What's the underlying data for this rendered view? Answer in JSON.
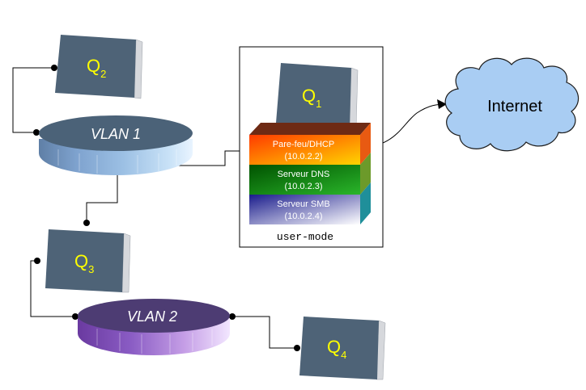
{
  "machines": {
    "q1": {
      "letter": "Q",
      "index": "1"
    },
    "q2": {
      "letter": "Q",
      "index": "2"
    },
    "q3": {
      "letter": "Q",
      "index": "3"
    },
    "q4": {
      "letter": "Q",
      "index": "4"
    }
  },
  "vlans": {
    "vlan1": {
      "label": "VLAN 1"
    },
    "vlan2": {
      "label": "VLAN 2"
    }
  },
  "services": [
    {
      "name": "Pare-feu/DHCP",
      "ip": "(10.0.2.2)"
    },
    {
      "name": "Serveur DNS",
      "ip": "(10.0.2.3)"
    },
    {
      "name": "Serveur SMB",
      "ip": "(10.0.2.4)"
    }
  ],
  "usermode_box": {
    "label": "user-mode"
  },
  "internet": {
    "label": "Internet"
  },
  "colors": {
    "machine_face": "#4e6377",
    "machine_side": "#d6d8dc",
    "label_yellow": "#ffff00",
    "vlan1_top": "#4b6278",
    "vlan2_top": "#4d3c73",
    "cloud_fill": "#a9cdf3",
    "firewall_gradient": [
      "#ff3b00",
      "#ffd400"
    ],
    "dns_gradient": [
      "#005200",
      "#2ab52a"
    ],
    "smb_gradient": [
      "#1a1c8c",
      "#ffffff"
    ]
  }
}
